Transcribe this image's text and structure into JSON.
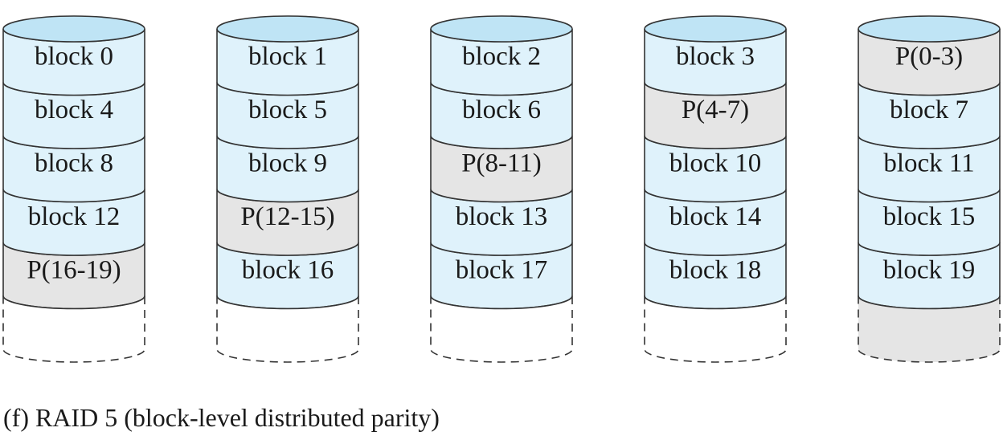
{
  "colors": {
    "data_block": "#dff2fb",
    "parity_block": "#e5e5e5",
    "disk_top": "#bfe4f5",
    "outline": "#333333"
  },
  "disks": [
    {
      "blocks": [
        {
          "label": "block 0",
          "parity": false
        },
        {
          "label": "block 4",
          "parity": false
        },
        {
          "label": "block 8",
          "parity": false
        },
        {
          "label": "block 12",
          "parity": false
        },
        {
          "label": "P(16-19)",
          "parity": true
        }
      ],
      "next_parity": false
    },
    {
      "blocks": [
        {
          "label": "block 1",
          "parity": false
        },
        {
          "label": "block 5",
          "parity": false
        },
        {
          "label": "block 9",
          "parity": false
        },
        {
          "label": "P(12-15)",
          "parity": true
        },
        {
          "label": "block 16",
          "parity": false
        }
      ],
      "next_parity": false
    },
    {
      "blocks": [
        {
          "label": "block 2",
          "parity": false
        },
        {
          "label": "block 6",
          "parity": false
        },
        {
          "label": "P(8-11)",
          "parity": true
        },
        {
          "label": "block 13",
          "parity": false
        },
        {
          "label": "block 17",
          "parity": false
        }
      ],
      "next_parity": false
    },
    {
      "blocks": [
        {
          "label": "block 3",
          "parity": false
        },
        {
          "label": "P(4-7)",
          "parity": true
        },
        {
          "label": "block 10",
          "parity": false
        },
        {
          "label": "block 14",
          "parity": false
        },
        {
          "label": "block 18",
          "parity": false
        }
      ],
      "next_parity": false
    },
    {
      "blocks": [
        {
          "label": "P(0-3)",
          "parity": true
        },
        {
          "label": "block 7",
          "parity": false
        },
        {
          "label": "block 11",
          "parity": false
        },
        {
          "label": "block 15",
          "parity": false
        },
        {
          "label": "block 19",
          "parity": false
        }
      ],
      "next_parity": true
    }
  ],
  "caption": "(f) RAID 5 (block-level distributed parity)"
}
